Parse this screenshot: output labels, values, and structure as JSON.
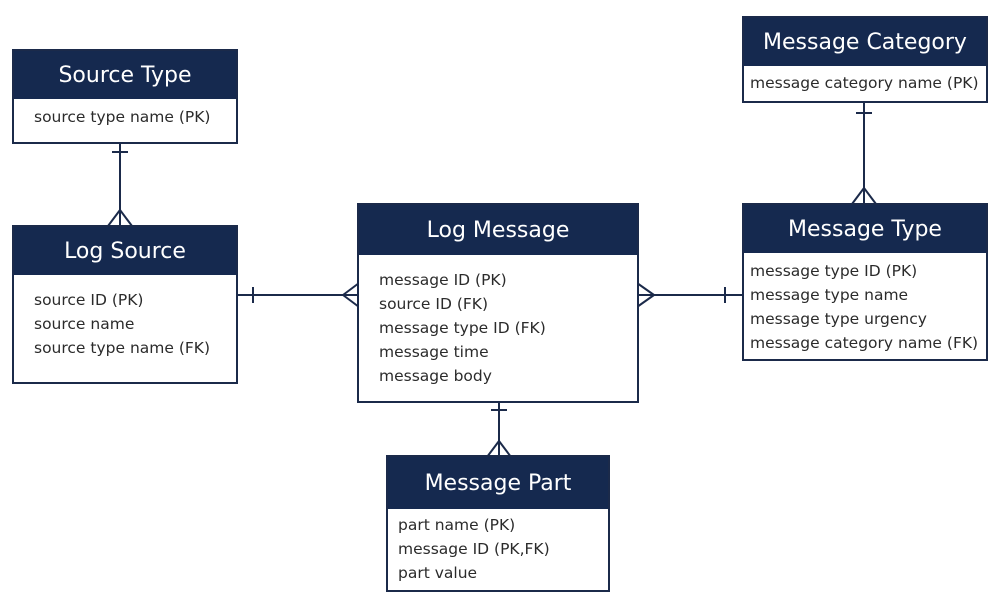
{
  "entities": {
    "source_type": {
      "title": "Source Type",
      "attributes": [
        "source type name (PK)"
      ]
    },
    "log_source": {
      "title": "Log Source",
      "attributes": [
        "source ID (PK)",
        "source name",
        "source type name (FK)"
      ]
    },
    "log_message": {
      "title": "Log Message",
      "attributes": [
        "message ID (PK)",
        "source ID (FK)",
        "message type ID (FK)",
        "message time",
        "message body"
      ]
    },
    "message_part": {
      "title": "Message Part",
      "attributes": [
        "part name (PK)",
        "message ID (PK,FK)",
        "part value"
      ]
    },
    "message_type": {
      "title": "Message Type",
      "attributes": [
        "message type ID (PK)",
        "message type name",
        "message type urgency",
        "message category name (FK)"
      ]
    },
    "message_category": {
      "title": "Message Category",
      "attributes": [
        "message category name (PK)"
      ]
    }
  },
  "relationships": [
    {
      "from": "source_type",
      "to": "log_source",
      "from_end": "one",
      "to_end": "many"
    },
    {
      "from": "log_source",
      "to": "log_message",
      "from_end": "one",
      "to_end": "many"
    },
    {
      "from": "message_type",
      "to": "log_message",
      "from_end": "one",
      "to_end": "many"
    },
    {
      "from": "log_message",
      "to": "message_part",
      "from_end": "one",
      "to_end": "many"
    },
    {
      "from": "message_category",
      "to": "message_type",
      "from_end": "one",
      "to_end": "many"
    }
  ],
  "colors": {
    "header": "#15294f",
    "border": "#1b2a4a",
    "header_text": "#ffffff",
    "body_text": "#2b2b2b"
  }
}
